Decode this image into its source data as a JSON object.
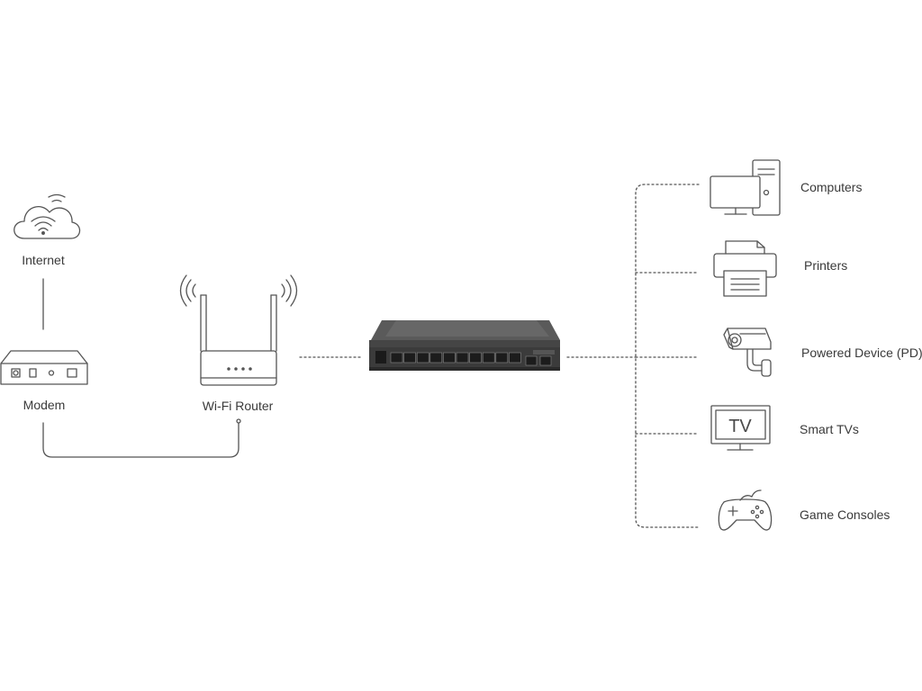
{
  "labels": {
    "internet": "Internet",
    "modem": "Modem",
    "router": "Wi-Fi Router",
    "computers": "Computers",
    "printers": "Printers",
    "pd": "Powered Device (PD)",
    "tvs": "Smart TVs",
    "consoles": "Game Consoles",
    "tv_screen_text": "TV"
  },
  "colors": {
    "line": "#555555",
    "icon": "#4a4a4a",
    "switch_body": "#3b3b3b",
    "switch_top": "#5a5a5a"
  },
  "icons": [
    "cloud-wifi-icon",
    "modem-icon",
    "router-icon",
    "switch-icon",
    "computer-icon",
    "printer-icon",
    "camera-icon",
    "tv-icon",
    "gamepad-icon"
  ]
}
